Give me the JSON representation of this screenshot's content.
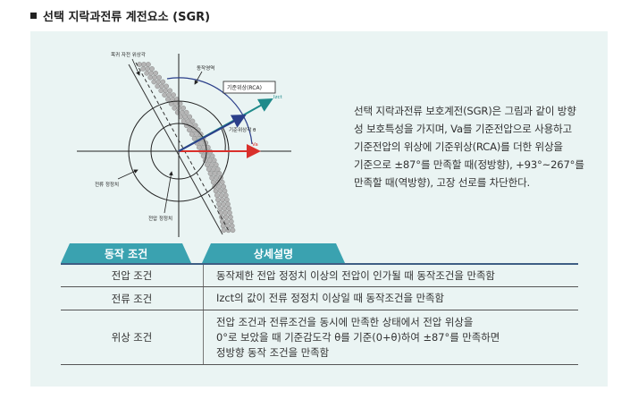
{
  "section_title": "선택 지락과전류 계전요소 (SGR)",
  "diagram": {
    "label_restraint": "목귀 자전 위상각",
    "label_operate_area": "동작영역",
    "label_rca": "기준위상(RCA)",
    "label_izct": "Izct",
    "label_angle": "기준위상각 θ",
    "label_va": "Va",
    "label_current_setting": "전류 정정치",
    "label_voltage_setting": "전압 정정치"
  },
  "description_lines": [
    "선택 지락과전류 보호계전(SGR)은 그림과 같이 방향",
    "성 보호특성을 가지며, Va를 기준전압으로 사용하고",
    "기준전압의 위상에 기준위상(RCA)를 더한 위상을",
    "기준으로 ±87°를 만족할 때(정방향), +93°~267°를",
    "만족할 때(역방향), 고장 선로를 차단한다."
  ],
  "tabs": {
    "condition": "동작 조건",
    "detail": "상세설명"
  },
  "rows": [
    {
      "condition": "전압 조건",
      "detail": [
        "동작제한 전압 정정치 이상의 전압이 인가될 때 동작조건을 만족함"
      ]
    },
    {
      "condition": "전류 조건",
      "detail": [
        "Izct의 값이 전류 정정치 이상일 때 동작조건을 만족함"
      ]
    },
    {
      "condition": "위상 조건",
      "detail": [
        "전압 조건과 전류조건을 동시에 만족한 상태에서 전압 위상을",
        "0°로 보았을 때 기준감도각 θ를 기준(0+θ)하여 ±87°를 만족하면",
        "정방향 동작 조건을 만족함"
      ]
    }
  ],
  "colors": {
    "accent": "#3aa2b0",
    "panel": "#eaf4f3",
    "arrow_red": "#d9302b",
    "arrow_teal": "#1f8a8a",
    "arrow_navy": "#2b3f8a"
  }
}
